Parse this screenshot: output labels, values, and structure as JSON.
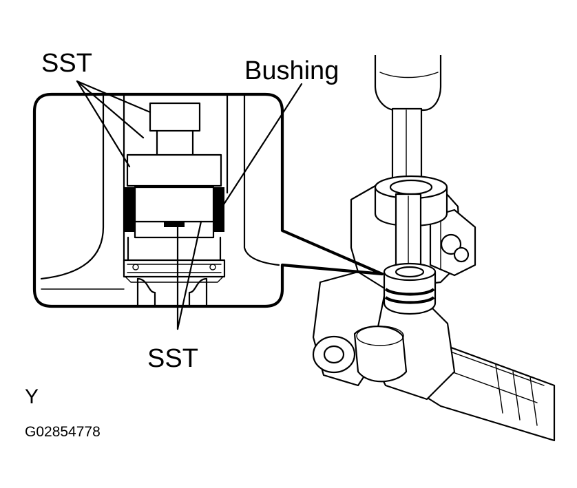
{
  "figure": {
    "labels": {
      "sst_top": "SST",
      "bushing": "Bushing",
      "sst_bottom": "SST",
      "view_letter": "Y",
      "figure_code": "G02854778"
    }
  }
}
